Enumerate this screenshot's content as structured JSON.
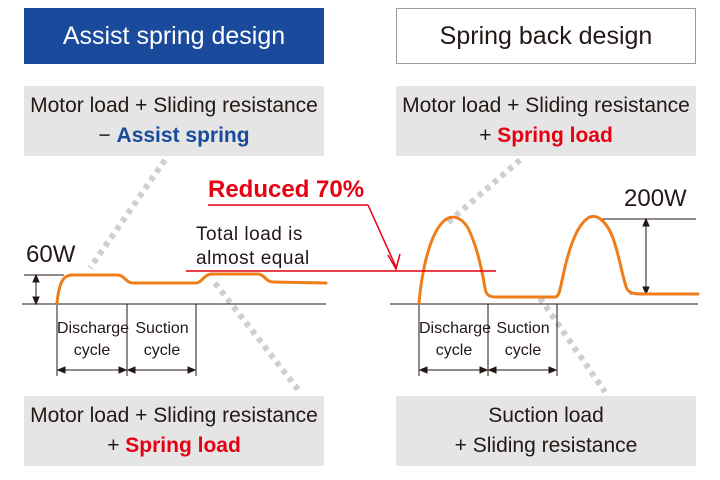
{
  "left": {
    "header": "Assist spring design",
    "top_box": {
      "line1": "Motor load + Sliding resistance",
      "line2_prefix": "− ",
      "line2_em": "Assist spring"
    },
    "bottom_box": {
      "line1": "Motor load + Sliding resistance",
      "line2_prefix": "+ ",
      "line2_em": "Spring load"
    },
    "load_label": "60W",
    "cycles": [
      {
        "line1": "Discharge",
        "line2": "cycle"
      },
      {
        "line1": "Suction",
        "line2": "cycle"
      }
    ]
  },
  "right": {
    "header": "Spring back design",
    "top_box": {
      "line1": "Motor load + Sliding resistance",
      "line2_prefix": "+ ",
      "line2_em": "Spring load"
    },
    "bottom_box": {
      "line1": "Suction load",
      "line2": "+ Sliding resistance"
    },
    "load_label": "200W",
    "cycles": [
      {
        "line1": "Discharge",
        "line2": "cycle"
      },
      {
        "line1": "Suction",
        "line2": "cycle"
      }
    ]
  },
  "center": {
    "reduction_label": "Reduced 70%",
    "note_line1": "Total load is",
    "note_line2": "almost equal"
  },
  "colors": {
    "blue": "#1a4a9c",
    "red": "#e60012",
    "curve": "#ee7d1a",
    "box_gray": "#e5e5e5",
    "dotted_gray": "#c8c8c8"
  }
}
